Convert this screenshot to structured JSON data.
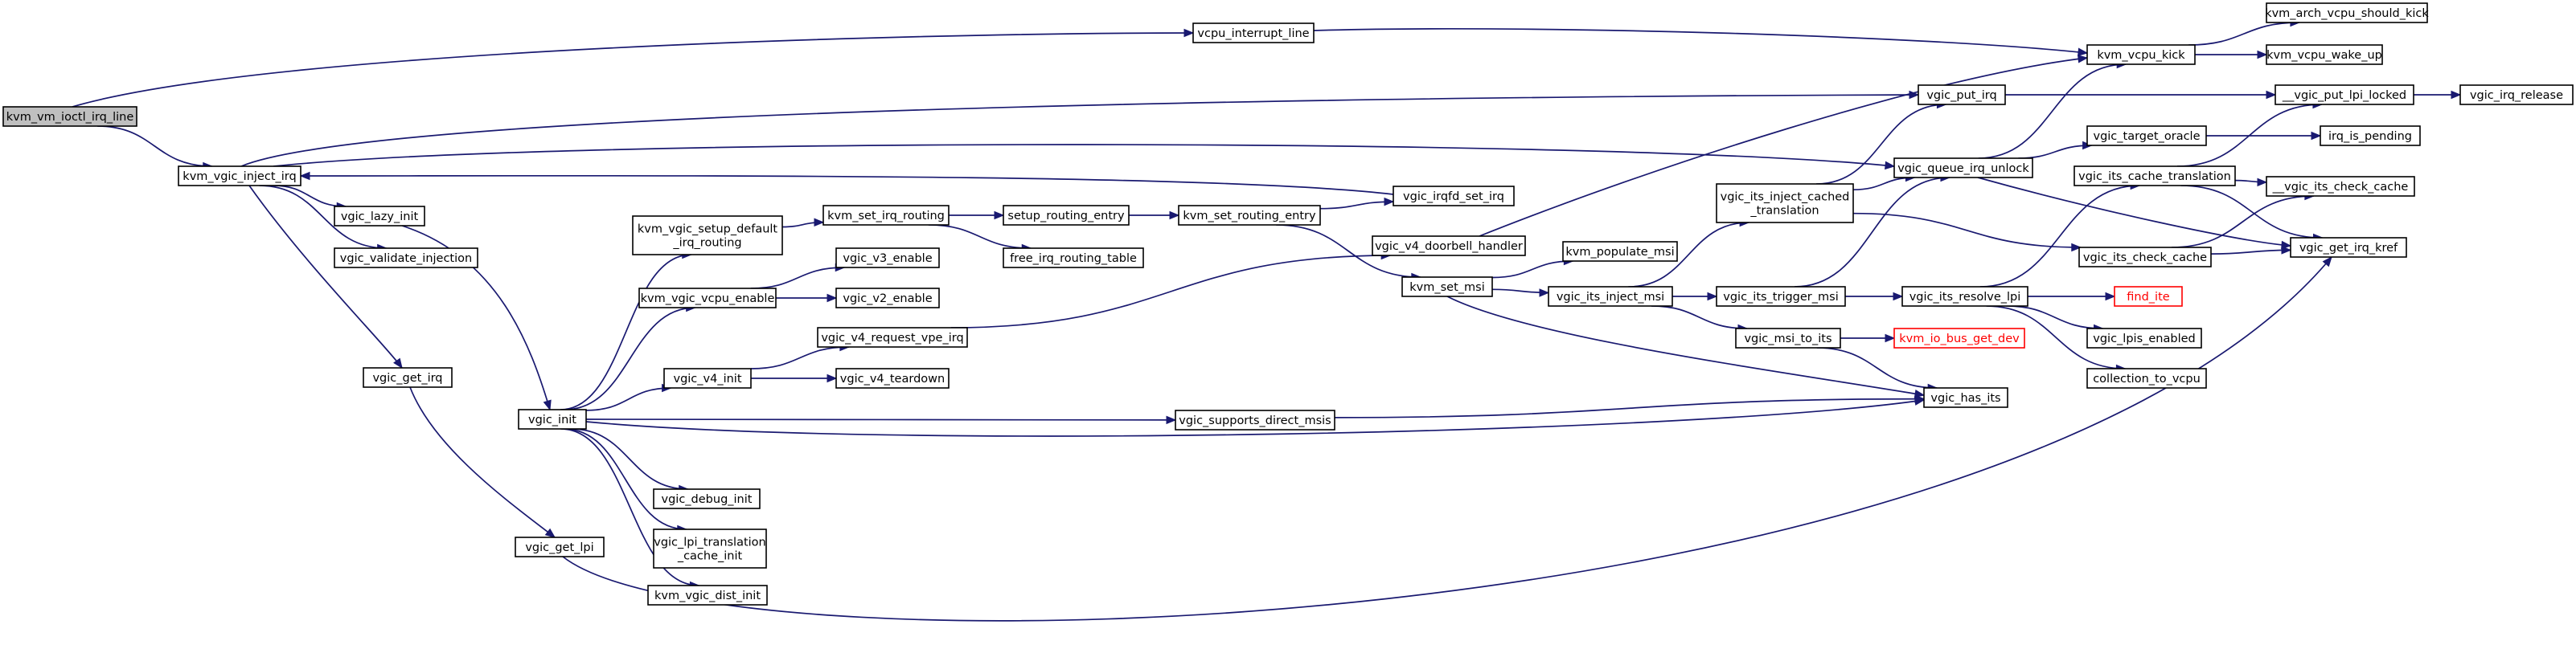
{
  "graph": {
    "root": "kvm_vm_ioctl_irq_line",
    "nodes": [
      {
        "id": "kvm_vm_ioctl_irq_line",
        "label": [
          "kvm_vm_ioctl_irq_line"
        ],
        "root": true
      },
      {
        "id": "vcpu_interrupt_line",
        "label": [
          "vcpu_interrupt_line"
        ]
      },
      {
        "id": "kvm_vgic_inject_irq",
        "label": [
          "kvm_vgic_inject_irq"
        ]
      },
      {
        "id": "kvm_vcpu_kick",
        "label": [
          "kvm_vcpu_kick"
        ]
      },
      {
        "id": "kvm_arch_vcpu_should_kick",
        "label": [
          "kvm_arch_vcpu_should_kick"
        ]
      },
      {
        "id": "kvm_vcpu_wake_up",
        "label": [
          "kvm_vcpu_wake_up"
        ]
      },
      {
        "id": "vgic_put_irq",
        "label": [
          "vgic_put_irq"
        ]
      },
      {
        "id": "__vgic_put_lpi_locked",
        "label": [
          "__vgic_put_lpi_locked"
        ]
      },
      {
        "id": "vgic_irq_release",
        "label": [
          "vgic_irq_release"
        ]
      },
      {
        "id": "vgic_queue_irq_unlock",
        "label": [
          "vgic_queue_irq_unlock"
        ]
      },
      {
        "id": "vgic_target_oracle",
        "label": [
          "vgic_target_oracle"
        ]
      },
      {
        "id": "irq_is_pending",
        "label": [
          "irq_is_pending"
        ]
      },
      {
        "id": "vgic_lazy_init",
        "label": [
          "vgic_lazy_init"
        ]
      },
      {
        "id": "vgic_validate_injection",
        "label": [
          "vgic_validate_injection"
        ]
      },
      {
        "id": "vgic_get_irq",
        "label": [
          "vgic_get_irq"
        ]
      },
      {
        "id": "vgic_init",
        "label": [
          "vgic_init"
        ]
      },
      {
        "id": "vgic_get_lpi",
        "label": [
          "vgic_get_lpi"
        ]
      },
      {
        "id": "kvm_vgic_setup_default_irq_routing",
        "label": [
          "kvm_vgic_setup_default",
          "_irq_routing"
        ]
      },
      {
        "id": "kvm_set_irq_routing",
        "label": [
          "kvm_set_irq_routing"
        ]
      },
      {
        "id": "setup_routing_entry",
        "label": [
          "setup_routing_entry"
        ]
      },
      {
        "id": "kvm_set_routing_entry",
        "label": [
          "kvm_set_routing_entry"
        ]
      },
      {
        "id": "vgic_irqfd_set_irq",
        "label": [
          "vgic_irqfd_set_irq"
        ]
      },
      {
        "id": "free_irq_routing_table",
        "label": [
          "free_irq_routing_table"
        ]
      },
      {
        "id": "kvm_vgic_vcpu_enable",
        "label": [
          "kvm_vgic_vcpu_enable"
        ]
      },
      {
        "id": "vgic_v3_enable",
        "label": [
          "vgic_v3_enable"
        ]
      },
      {
        "id": "vgic_v2_enable",
        "label": [
          "vgic_v2_enable"
        ]
      },
      {
        "id": "vgic_v4_init",
        "label": [
          "vgic_v4_init"
        ]
      },
      {
        "id": "vgic_v4_request_vpe_irq",
        "label": [
          "vgic_v4_request_vpe_irq"
        ]
      },
      {
        "id": "vgic_v4_teardown",
        "label": [
          "vgic_v4_teardown"
        ]
      },
      {
        "id": "vgic_v4_doorbell_handler",
        "label": [
          "vgic_v4_doorbell_handler"
        ]
      },
      {
        "id": "kvm_set_msi",
        "label": [
          "kvm_set_msi"
        ]
      },
      {
        "id": "kvm_populate_msi",
        "label": [
          "kvm_populate_msi"
        ]
      },
      {
        "id": "vgic_its_inject_msi",
        "label": [
          "vgic_its_inject_msi"
        ]
      },
      {
        "id": "vgic_its_inject_cached_translation",
        "label": [
          "vgic_its_inject_cached",
          "_translation"
        ]
      },
      {
        "id": "vgic_its_trigger_msi",
        "label": [
          "vgic_its_trigger_msi"
        ]
      },
      {
        "id": "vgic_msi_to_its",
        "label": [
          "vgic_msi_to_its"
        ]
      },
      {
        "id": "kvm_io_bus_get_dev",
        "label": [
          "kvm_io_bus_get_dev"
        ],
        "missing": true
      },
      {
        "id": "vgic_has_its",
        "label": [
          "vgic_has_its"
        ]
      },
      {
        "id": "vgic_supports_direct_msis",
        "label": [
          "vgic_supports_direct_msis"
        ]
      },
      {
        "id": "vgic_its_cache_translation",
        "label": [
          "vgic_its_cache_translation"
        ]
      },
      {
        "id": "__vgic_its_check_cache",
        "label": [
          "__vgic_its_check_cache"
        ]
      },
      {
        "id": "vgic_its_check_cache",
        "label": [
          "vgic_its_check_cache"
        ]
      },
      {
        "id": "vgic_get_irq_kref",
        "label": [
          "vgic_get_irq_kref"
        ]
      },
      {
        "id": "vgic_its_resolve_lpi",
        "label": [
          "vgic_its_resolve_lpi"
        ]
      },
      {
        "id": "find_ite",
        "label": [
          "find_ite"
        ],
        "missing": true
      },
      {
        "id": "vgic_lpis_enabled",
        "label": [
          "vgic_lpis_enabled"
        ]
      },
      {
        "id": "collection_to_vcpu",
        "label": [
          "collection_to_vcpu"
        ]
      },
      {
        "id": "vgic_debug_init",
        "label": [
          "vgic_debug_init"
        ]
      },
      {
        "id": "vgic_lpi_translation_cache_init",
        "label": [
          "vgic_lpi_translation",
          "_cache_init"
        ]
      },
      {
        "id": "kvm_vgic_dist_init",
        "label": [
          "kvm_vgic_dist_init"
        ]
      }
    ],
    "edges": [
      [
        "kvm_vm_ioctl_irq_line",
        "vcpu_interrupt_line"
      ],
      [
        "kvm_vm_ioctl_irq_line",
        "kvm_vgic_inject_irq"
      ],
      [
        "vcpu_interrupt_line",
        "kvm_vcpu_kick"
      ],
      [
        "kvm_vcpu_kick",
        "kvm_arch_vcpu_should_kick"
      ],
      [
        "kvm_vcpu_kick",
        "kvm_vcpu_wake_up"
      ],
      [
        "kvm_vgic_inject_irq",
        "vgic_put_irq"
      ],
      [
        "kvm_vgic_inject_irq",
        "vgic_queue_irq_unlock"
      ],
      [
        "kvm_vgic_inject_irq",
        "vgic_lazy_init"
      ],
      [
        "kvm_vgic_inject_irq",
        "vgic_validate_injection"
      ],
      [
        "kvm_vgic_inject_irq",
        "vgic_get_irq"
      ],
      [
        "vgic_put_irq",
        "__vgic_put_lpi_locked"
      ],
      [
        "__vgic_put_lpi_locked",
        "vgic_irq_release"
      ],
      [
        "vgic_queue_irq_unlock",
        "kvm_vcpu_kick"
      ],
      [
        "vgic_queue_irq_unlock",
        "vgic_target_oracle"
      ],
      [
        "vgic_queue_irq_unlock",
        "vgic_get_irq_kref"
      ],
      [
        "vgic_target_oracle",
        "irq_is_pending"
      ],
      [
        "vgic_lazy_init",
        "vgic_init"
      ],
      [
        "vgic_get_irq",
        "vgic_get_lpi"
      ],
      [
        "vgic_get_lpi",
        "vgic_get_irq_kref"
      ],
      [
        "vgic_init",
        "kvm_vgic_setup_default_irq_routing"
      ],
      [
        "vgic_init",
        "kvm_vgic_vcpu_enable"
      ],
      [
        "vgic_init",
        "vgic_v4_init"
      ],
      [
        "vgic_init",
        "vgic_supports_direct_msis"
      ],
      [
        "vgic_init",
        "vgic_has_its"
      ],
      [
        "vgic_init",
        "vgic_debug_init"
      ],
      [
        "vgic_init",
        "vgic_lpi_translation_cache_init"
      ],
      [
        "vgic_init",
        "kvm_vgic_dist_init"
      ],
      [
        "kvm_vgic_setup_default_irq_routing",
        "kvm_set_irq_routing"
      ],
      [
        "kvm_set_irq_routing",
        "setup_routing_entry"
      ],
      [
        "kvm_set_irq_routing",
        "free_irq_routing_table"
      ],
      [
        "setup_routing_entry",
        "kvm_set_routing_entry"
      ],
      [
        "kvm_set_routing_entry",
        "vgic_irqfd_set_irq"
      ],
      [
        "kvm_set_routing_entry",
        "kvm_set_msi"
      ],
      [
        "vgic_irqfd_set_irq",
        "kvm_vgic_inject_irq"
      ],
      [
        "kvm_vgic_vcpu_enable",
        "vgic_v3_enable"
      ],
      [
        "kvm_vgic_vcpu_enable",
        "vgic_v2_enable"
      ],
      [
        "vgic_v4_init",
        "vgic_v4_request_vpe_irq"
      ],
      [
        "vgic_v4_init",
        "vgic_v4_teardown"
      ],
      [
        "vgic_v4_request_vpe_irq",
        "vgic_v4_doorbell_handler"
      ],
      [
        "vgic_v4_doorbell_handler",
        "kvm_vcpu_kick"
      ],
      [
        "kvm_set_msi",
        "kvm_populate_msi"
      ],
      [
        "kvm_set_msi",
        "vgic_its_inject_msi"
      ],
      [
        "kvm_set_msi",
        "vgic_has_its"
      ],
      [
        "vgic_its_inject_msi",
        "vgic_its_inject_cached_translation"
      ],
      [
        "vgic_its_inject_msi",
        "vgic_its_trigger_msi"
      ],
      [
        "vgic_its_inject_msi",
        "vgic_msi_to_its"
      ],
      [
        "vgic_its_inject_cached_translation",
        "vgic_put_irq"
      ],
      [
        "vgic_its_inject_cached_translation",
        "vgic_queue_irq_unlock"
      ],
      [
        "vgic_its_inject_cached_translation",
        "vgic_its_check_cache"
      ],
      [
        "vgic_its_trigger_msi",
        "vgic_queue_irq_unlock"
      ],
      [
        "vgic_its_trigger_msi",
        "vgic_its_resolve_lpi"
      ],
      [
        "vgic_msi_to_its",
        "kvm_io_bus_get_dev"
      ],
      [
        "vgic_msi_to_its",
        "vgic_has_its"
      ],
      [
        "vgic_supports_direct_msis",
        "vgic_has_its"
      ],
      [
        "vgic_its_check_cache",
        "__vgic_its_check_cache"
      ],
      [
        "vgic_its_check_cache",
        "vgic_get_irq_kref"
      ],
      [
        "vgic_its_resolve_lpi",
        "vgic_its_cache_translation"
      ],
      [
        "vgic_its_resolve_lpi",
        "find_ite"
      ],
      [
        "vgic_its_resolve_lpi",
        "vgic_lpis_enabled"
      ],
      [
        "vgic_its_resolve_lpi",
        "collection_to_vcpu"
      ],
      [
        "vgic_its_cache_translation",
        "__vgic_put_lpi_locked"
      ],
      [
        "vgic_its_cache_translation",
        "__vgic_its_check_cache"
      ],
      [
        "vgic_its_cache_translation",
        "vgic_get_irq_kref"
      ]
    ]
  }
}
